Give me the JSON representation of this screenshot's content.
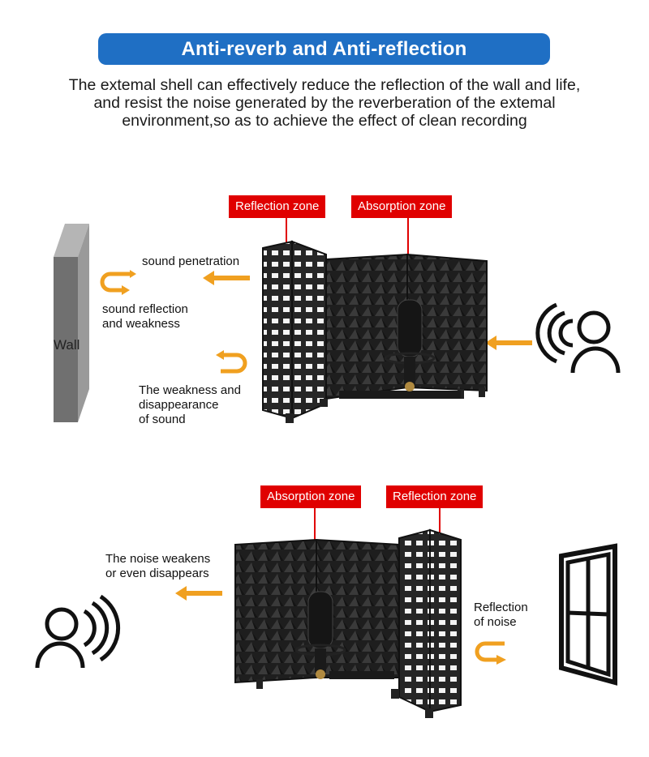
{
  "header": {
    "title": "Anti-reverb and Anti-reflection",
    "description_lines": [
      "The extemal shell can effectively reduce the reflection of the wall and life,",
      "and resist the noise generated by the reverberation of the extemal",
      "environment,so as to achieve the effect of clean recording"
    ]
  },
  "panel1": {
    "zone_reflection": "Reflection zone",
    "zone_absorption": "Absorption zone",
    "wall_label": "Wall",
    "sound_penetration": "sound penetration",
    "sound_reflection_lines": [
      "sound reflection",
      "and weakness"
    ],
    "weakness_lines": [
      "The weakness and",
      "disappearance",
      "of sound"
    ]
  },
  "panel2": {
    "zone_absorption": "Absorption zone",
    "zone_reflection": "Reflection zone",
    "noise_weakens_lines": [
      "The noise weakens",
      "or even disappears"
    ],
    "reflection_noise_lines": [
      "Reflection",
      "of noise"
    ]
  },
  "colors": {
    "banner": "#1f6fc4",
    "zone": "#e00000",
    "arrow": "#f0a020",
    "foam": "#2a2a2a",
    "wall": "#707070"
  },
  "icons": [
    "person-sound-icon",
    "window-icon",
    "microphone-icon",
    "arrow-icon",
    "return-arrow-icon"
  ]
}
